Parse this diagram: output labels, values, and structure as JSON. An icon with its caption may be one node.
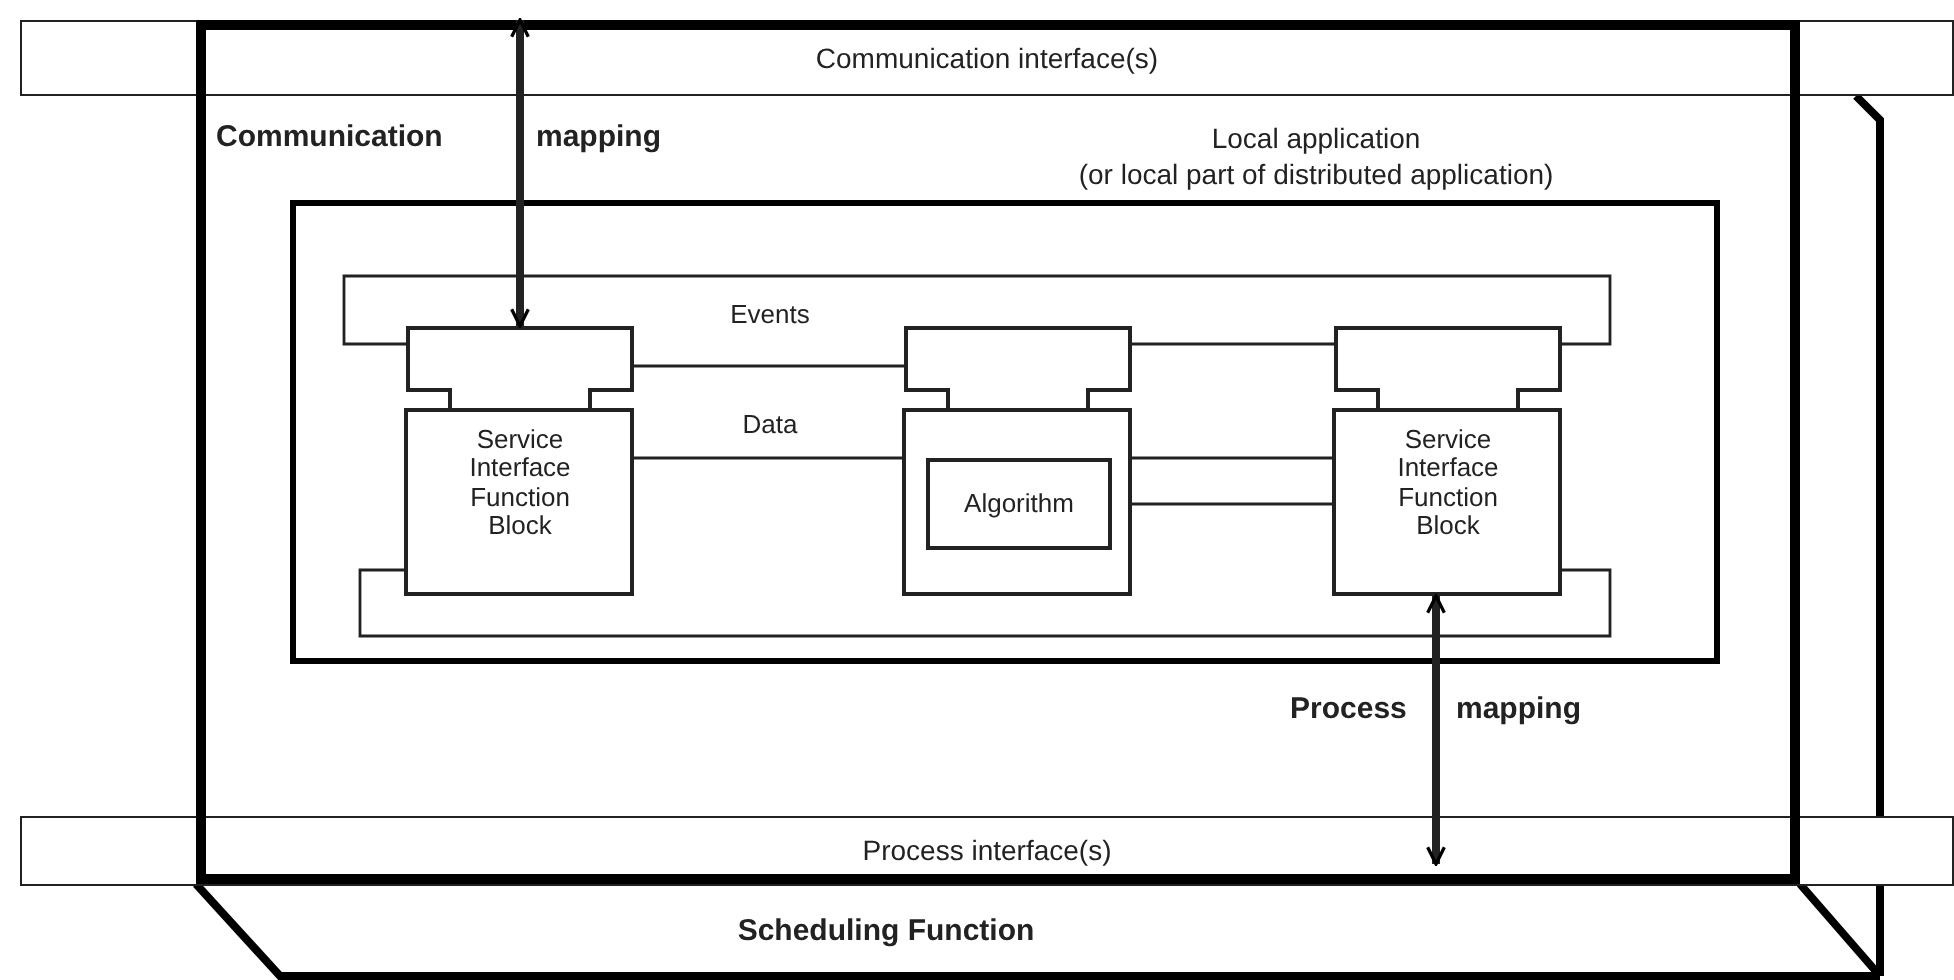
{
  "diagram": {
    "nodes": [
      {
        "text": [
          "Communication interface(s)"
        ]
      },
      {
        "text": [
          "Scheduling Function"
        ]
      },
      {
        "text": [
          "Local application",
          "(or local part of distributed application)"
        ],
        "in": 1
      },
      {
        "text": [
          "Service Interface Function Block"
        ],
        "in": 2
      },
      {
        "text": [],
        "shape": "box",
        "in": 2
      },
      {
        "text": [
          "Algorithm"
        ],
        "in": 4
      },
      {
        "text": [
          "Service Interface Function Block"
        ],
        "in": 2
      },
      {
        "text": [
          "Process interface(s)"
        ]
      }
    ],
    "edges": [
      {
        "from": 0,
        "to": 3,
        "arrow": "both",
        "style": "thick"
      },
      {
        "from": 3,
        "to": 4,
        "arrow": "none",
        "label": "Events"
      },
      {
        "from": 4,
        "to": 6,
        "arrow": "none"
      },
      {
        "from": 3,
        "to": 4,
        "arrow": "none",
        "label": "Data"
      },
      {
        "from": 4,
        "to": 6,
        "arrow": "none"
      },
      {
        "from": 4,
        "to": 6,
        "arrow": "none"
      },
      {
        "from": 6,
        "to": 3,
        "arrow": "none"
      },
      {
        "from": 6,
        "to": 3,
        "arrow": "none"
      },
      {
        "from": 6,
        "to": 7,
        "arrow": "both",
        "style": "thick"
      }
    ],
    "labels": [
      "Communication",
      "mapping",
      "Process",
      "mapping"
    ]
  }
}
